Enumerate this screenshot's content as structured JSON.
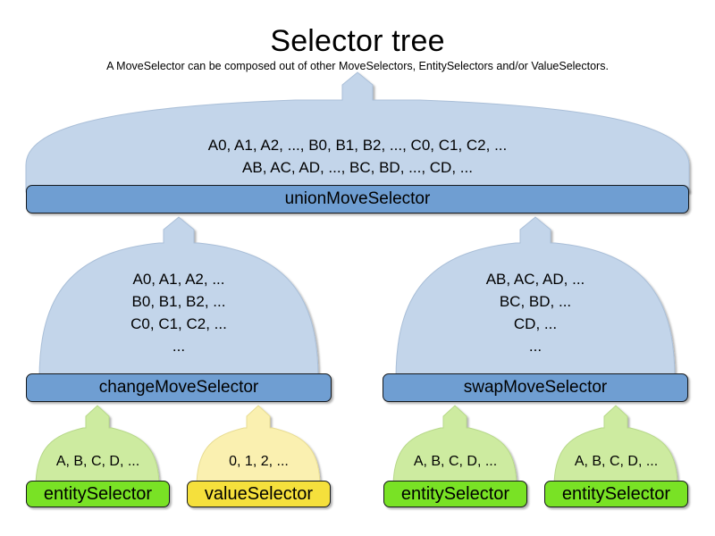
{
  "header": {
    "title": "Selector tree",
    "subtitle": "A MoveSelector can be composed out of other MoveSelectors, EntitySelectors and/or ValueSelectors."
  },
  "colors": {
    "move_bar": "#6f9ed2",
    "move_bubble": "#c3d5ea",
    "entity_bar": "#79e225",
    "entity_bubble": "#cdeba0",
    "value_bar": "#f5e03c",
    "value_bubble": "#faf0b0",
    "outline": "#16191c",
    "background": "#ffffff"
  },
  "nodes": {
    "union": {
      "label": "unionMoveSelector",
      "lines": [
        "A0, A1, A2, ..., B0, B1, B2, ..., C0, C1, C2, ...",
        "AB, AC, AD, ..., BC, BD, ..., CD, ..."
      ]
    },
    "change": {
      "label": "changeMoveSelector",
      "lines": [
        "A0, A1, A2, ...",
        "B0, B1, B2, ...",
        "C0, C1, C2, ...",
        "..."
      ]
    },
    "swap": {
      "label": "swapMoveSelector",
      "lines": [
        "AB, AC, AD, ...",
        "BC, BD, ...",
        "CD, ...",
        "..."
      ]
    },
    "leaves": [
      {
        "label": "entitySelector",
        "lines": [
          "A, B, C, D, ..."
        ],
        "kind": "entity"
      },
      {
        "label": "valueSelector",
        "lines": [
          "0, 1, 2, ..."
        ],
        "kind": "value"
      },
      {
        "label": "entitySelector",
        "lines": [
          "A, B, C, D, ..."
        ],
        "kind": "entity"
      },
      {
        "label": "entitySelector",
        "lines": [
          "A, B, C, D, ..."
        ],
        "kind": "entity"
      }
    ]
  }
}
